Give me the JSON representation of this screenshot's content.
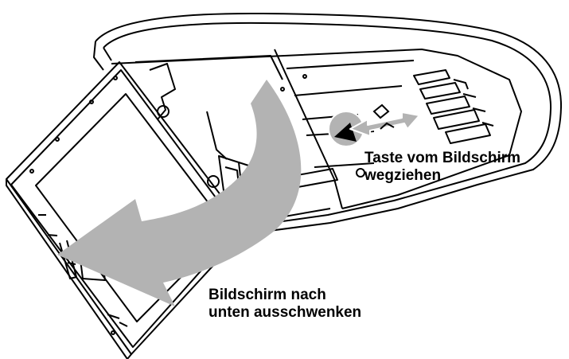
{
  "callouts": {
    "release_button": {
      "line1": "Taste vom Bildschirm",
      "line2": "wegziehen"
    },
    "swing_screen": {
      "line1": "Bildschirm nach",
      "line2": "unten ausschwenken"
    }
  },
  "colors": {
    "line": "#000000",
    "arrow_fill": "#b3b3b3",
    "background": "#ffffff"
  },
  "icons": {
    "release_arrow": "double-headed-arrow",
    "swing_arrow": "curved-arrow"
  }
}
